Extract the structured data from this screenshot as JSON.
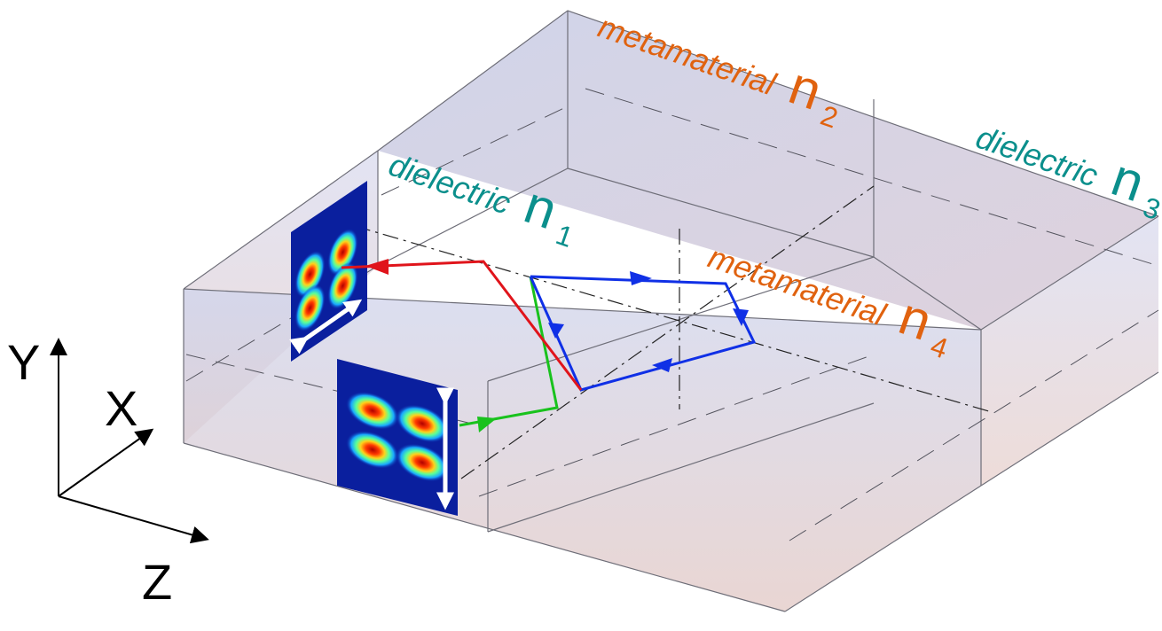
{
  "regions": {
    "n1": {
      "word": "dielectric",
      "symbol": "n",
      "sub": "1",
      "color": "#0b8f8c"
    },
    "n2": {
      "word": "metamaterial",
      "symbol": "n",
      "sub": "2",
      "color": "#e0620f"
    },
    "n3": {
      "word": "dielectric",
      "symbol": "n",
      "sub": "3",
      "color": "#0b8f8c"
    },
    "n4": {
      "word": "metamaterial",
      "symbol": "n",
      "sub": "4",
      "color": "#e0620f"
    }
  },
  "axes": {
    "y": "Y",
    "x": "X",
    "z": "Z"
  },
  "colors": {
    "box_top": "#cdd3ec",
    "box_bottom": "#e3c9c6",
    "edge": "#6e6e78",
    "ray_input": "#19c21d",
    "ray_output": "#e0141b",
    "ray_loop": "#1030e6"
  }
}
